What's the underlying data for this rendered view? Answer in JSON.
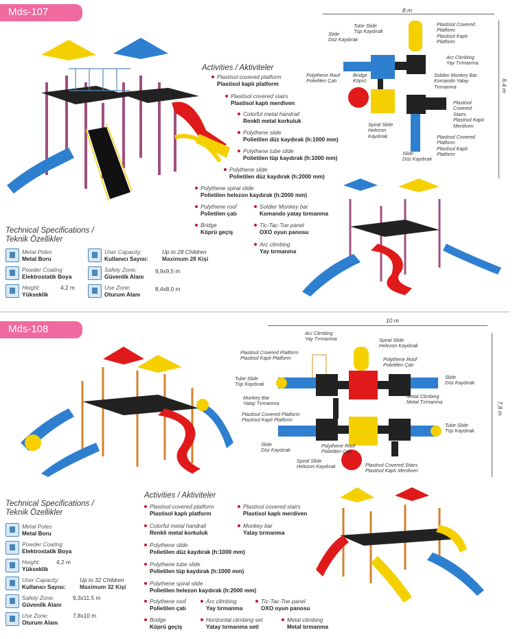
{
  "mds107": {
    "tag": "Mds-107",
    "activities_title": "Activities / Aktiviteler",
    "activities": [
      {
        "en": "Plastisol covered platform",
        "tr": "Plastisol kaplı platform"
      },
      {
        "en": "Plastisol covered stairs",
        "tr": "Plastisol kaplı merdiven"
      },
      {
        "en": "Colorful metal handrail",
        "tr": "Renkli metal korkuluk"
      },
      {
        "en": "Polythene slide",
        "tr": "Polietilen düz kaydırak (h:1000 mm)"
      },
      {
        "en": "Polythene tube slide",
        "tr": "Polietilen tüp kaydırak (h:1000 mm)"
      },
      {
        "en": "Polythene slide",
        "tr": "Polietilen düz kaydırak (h:2000 mm)"
      },
      {
        "en": "Polythene spiral slide",
        "tr": "Polietilen helezon kaydırak (h:2000 mm)"
      },
      {
        "en": "Polythene roof",
        "tr": "Polietilen çatı"
      },
      {
        "en": "Soldier Monkey bar",
        "tr": "Komando yatay tırmanma"
      },
      {
        "en": "Bridge",
        "tr": "Köprü geçiş"
      },
      {
        "en": "Tic-Tac-Toe panel",
        "tr": "OXO oyun panosu"
      },
      {
        "en": "Arc climbing",
        "tr": "Yay tırmanma"
      }
    ],
    "tech_title_1": "Technical Specifications /",
    "tech_title_2": "Teknik Özellikler",
    "specs": {
      "poles_en": "Metal Poles",
      "poles_tr": "Metal Boru",
      "coat_en": "Powder Coating",
      "coat_tr": "Elektrostatik Boya",
      "height_en": "Height:",
      "height_tr": "Yükseklik",
      "height_v": "4,2 m",
      "cap_en": "User Capacity:",
      "cap_tr": "Kullanıcı Sayısı:",
      "cap_v1": "Up to 28 Children",
      "cap_v2": "Maximum 28 Kişi",
      "safe_en": "Safety Zone:",
      "safe_tr": "Güvenlik Alanı",
      "safe_v": "9,9x9,5 m",
      "use_en": "Use Zone:",
      "use_tr": "Oturum Alanı",
      "use_v": "8,4x8,0 m"
    },
    "plan": {
      "width_dim": "8 m",
      "height_dim": "8,4 m",
      "labels": {
        "tube_slide": "Tube Slide\nTüp Kaydırak",
        "slide_tl": "Slide\nDüz Kaydırak",
        "plat_tr": "Plastisol Covered\nPlatform\nPlastisol Kaplı\nPlatform",
        "arc": "Arc Climbing\nYay Tırmanma",
        "roof": "Polythene Roof\nPolietilen Çatı",
        "bridge": "Bridge\nKöprü",
        "monkey": "Soldier Monkey Bar\nKomando Yatay\nTırmanma",
        "stairs": "Plastisol\nCovered\nStairs\nPlastisol Kaplı\nMerdiven",
        "spiral": "Spiral Slide\nHelezon\nKaydırak",
        "plat_br": "Plastisol Covered\nPlatform\nPlastisol Kaplı\nPlatform",
        "slide_b": "Slide\nDüz Kaydırak"
      }
    }
  },
  "mds108": {
    "tag": "Mds-108",
    "activities_title": "Activities / Aktiviteler",
    "activities_left": [
      {
        "en": "Plastisol covered platform",
        "tr": "Plastisol kaplı platform"
      },
      {
        "en": "Colorful metal handrail",
        "tr": "Renkli metal korkuluk"
      },
      {
        "en": "Polythene slide",
        "tr": "Polietilen düz kaydırak (h:1000 mm)"
      },
      {
        "en": "Polythene tube slide",
        "tr": "Polietilen tüp kaydırak (h:1000 mm)"
      },
      {
        "en": "Polythene spiral slide",
        "tr": "Polietilen helezon kaydırak (h:2000 mm)"
      }
    ],
    "activities_right": [
      {
        "en": "Plastisol covered stairs",
        "tr": "Plastisol kaplı merdiven"
      },
      {
        "en": "Monkey bar",
        "tr": "Yatay tırmanma"
      }
    ],
    "activities_bottom": [
      {
        "en": "Polythene roof",
        "tr": "Polietilen çatı"
      },
      {
        "en": "Arc climbing",
        "tr": "Yay tırmanma"
      },
      {
        "en": "Tic-Tac-Toe panel",
        "tr": "OXO oyun panosu"
      },
      {
        "en": "Bridge",
        "tr": "Köprü geçiş"
      },
      {
        "en": "Horizontal climbing set",
        "tr": "Yatay tırmanma seti"
      },
      {
        "en": "Metal climbing",
        "tr": "Metal tırmanma"
      }
    ],
    "tech_title_1": "Technical Specifications  /",
    "tech_title_2": "Teknik Özellikler",
    "specs": {
      "poles_en": "Metal Poles",
      "poles_tr": "Metal Boru",
      "coat_en": "Powder Coating",
      "coat_tr": "Elektrostatik Boya",
      "height_en": "Height:",
      "height_tr": "Yükseklik",
      "height_v": "4,2 m",
      "cap_en": "User Capacity:",
      "cap_tr": "Kullanıcı Sayısı:",
      "cap_v1": "Up to 32 Children",
      "cap_v2": "Maximum 32 Kişi",
      "safe_en": "Safety Zone:",
      "safe_tr": "Güvenlik Alanı",
      "safe_v": "9,3x11.5 m",
      "use_en": "Use Zone:",
      "use_tr": "Oturum Alanı",
      "use_v": "7,8x10 m"
    },
    "plan": {
      "width_dim": "10 m",
      "height_dim": "7,8 m",
      "labels": {
        "arc": "Arc Climbing\nYay Tırmanma",
        "spiral_t": "Spiral Slide\nHelezon Kaydırak",
        "plat_t": "Plastisol Covered Platform\nPlastisol Kaplı Platform",
        "roof_t": "Polythene Roof\nPolietilen Çatı",
        "tube_l": "Tube Slide\nTüp Kaydırak",
        "slide_r": "Slide\nDüz Kaydırak",
        "monkey": "Monkey Bar\nYatay Tırmanma",
        "metal": "Metal Climbing\nMetal Tırmanma",
        "plat_m": "Plastisol Covered Platform\nPlastisol Kaplı Platform",
        "tube_r": "Tube Slide\nTüp Kaydırak",
        "slide_l": "Slide\nDüz Kaydırak",
        "roof_b": "Polythene Roof\nPolietilen Çatı",
        "spiral_b": "Spiral Slide\nHelezon Kaydırak",
        "stairs": "Plastisol Covered Stairs\nPlastisol Kaplı Merdiven"
      }
    }
  },
  "colors": {
    "accent": "#f06aa0",
    "bullet": "#c8102e",
    "yellow": "#f5d000",
    "blue": "#2f7fd0",
    "red": "#e01a1a",
    "dark": "#222222"
  }
}
